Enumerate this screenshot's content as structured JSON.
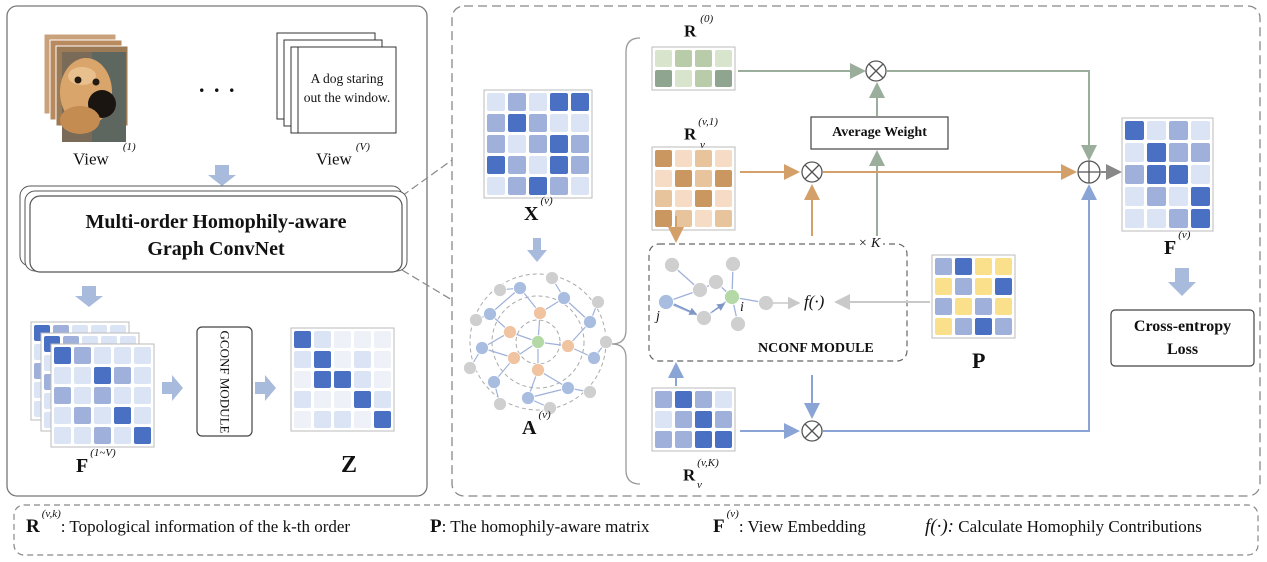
{
  "left_panel": {
    "view1_label": "View",
    "view1_sup": "(1)",
    "ellipsis": ". . .",
    "viewV_label": "View",
    "viewV_sup": "(V)",
    "doc_text": "A dog staring out the window.",
    "mhgcn_line1": "Multi-order  Homophily-aware",
    "mhgcn_line2": "Graph ConvNet",
    "gconf_label": "GCONF MODULE",
    "F_stack_label": "F",
    "F_stack_sup": "(1~V)",
    "Z_label": "Z"
  },
  "right_panel": {
    "X_label": "X",
    "X_sup": "(v)",
    "A_label": "A",
    "A_sup": "(v)",
    "R0_label": "R",
    "R0_sup": "(0)",
    "Rv1_label": "R",
    "Rv1_sup": "(v,1)",
    "Rv1_sub": "v",
    "RvK_label": "R",
    "RvK_sup": "(v,K)",
    "RvK_sub": "v",
    "avg_weight": "Average Weight",
    "times_K": "× K",
    "nconf_label": "NCONF MODULE",
    "f_dot": "f(·)",
    "node_j": "j",
    "node_i": "i",
    "P_label": "P",
    "Fv_label": "F",
    "Fv_sup": "(v)",
    "loss_line1": "Cross-entropy",
    "loss_line2": "Loss"
  },
  "legend": {
    "items": [
      {
        "sym": "R",
        "sup": "(v,k)",
        "text": ": Topological information of the k-th order"
      },
      {
        "sym": "P",
        "sup": "",
        "text": ": The homophily-aware matrix"
      },
      {
        "sym": "F",
        "sup": "(v)",
        "text": ":  View Embedding"
      },
      {
        "sym": "f(·):",
        "sup": "",
        "text": " Calculate Homophily Contributions"
      }
    ]
  },
  "colors": {
    "blue_dark": "#4a70c4",
    "blue_mid": "#9fb1da",
    "blue_light": "#dbe4f4",
    "orange_dark": "#c9975f",
    "orange_mid": "#e7c49c",
    "orange_light": "#f6dcc4",
    "green_dark": "#8fa58f",
    "green_mid": "#b9ccaa",
    "green_light": "#d8e4cc",
    "yellow": "#fbe08c",
    "arrow_green": "#9bad9b",
    "arrow_orange": "#d4a06a",
    "arrow_blue": "#8aa4d6",
    "arrow_grey": "#c9c9c9"
  }
}
